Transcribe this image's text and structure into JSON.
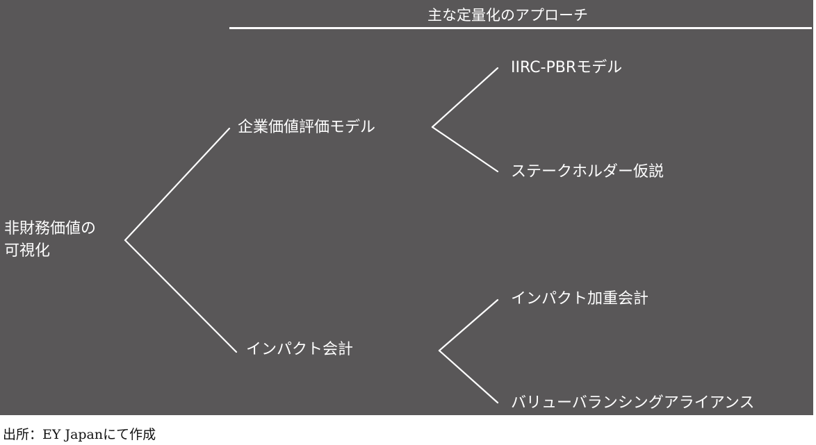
{
  "header": {
    "title": "主な定量化のアプローチ"
  },
  "tree": {
    "root": {
      "line1": "非財務価値の",
      "line2": "可視化"
    },
    "branches": [
      {
        "label": "企業価値評価モデル",
        "children": [
          "IIRC-PBRモデル",
          "ステークホルダー仮説"
        ]
      },
      {
        "label": "インパクト会計",
        "children": [
          "インパクト加重会計",
          "バリューバランシングアライアンス"
        ]
      }
    ]
  },
  "source": "出所：EY Japanにて作成",
  "colors": {
    "panel_background": "#595758",
    "text_and_lines": "#ffffff",
    "source_text": "#111111"
  }
}
